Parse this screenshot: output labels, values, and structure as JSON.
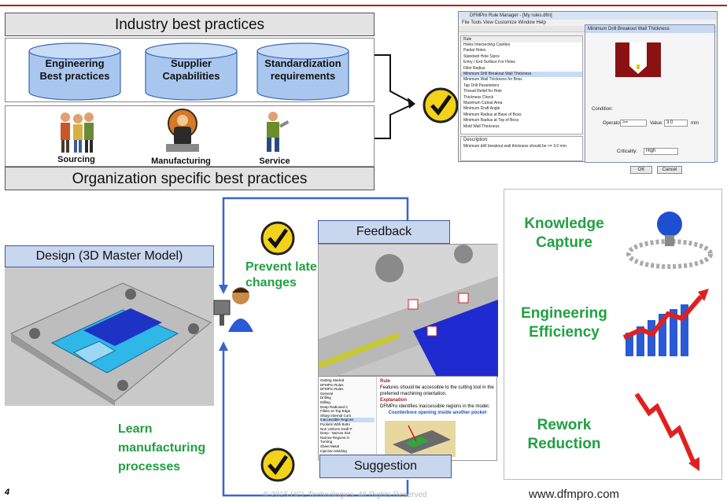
{
  "industry": {
    "title": "Industry best practices",
    "cylinders": [
      {
        "label_line1": "Engineering",
        "label_line2": "Best practices"
      },
      {
        "label_line1": "Supplier",
        "label_line2": "Capabilities"
      },
      {
        "label_line1": "Standardization",
        "label_line2": "requirements"
      }
    ]
  },
  "organization": {
    "title": "Organization specific best practices",
    "people": [
      "Sourcing",
      "Manufacturing",
      "Service"
    ]
  },
  "rule_manager": {
    "window_title": "DFMPro Rule Manager - [My rules.dfm]",
    "menu": "File  Tools  View  Customize  Window  Help",
    "dialog_title": "Minimum Drill Breakout Wall Thickness",
    "rule_header": "Rule",
    "rules": [
      "Holes Intersecting Cavities",
      "Partial Holes",
      "Standard Hole Sizes",
      "Entry / Exit Surface For Holes",
      "Fillet Radius",
      "Minimum Drill Breakout Wall Thickness",
      "Minimum Wall Thickness for Boss",
      "Tap Drill Parameters",
      "Thread Relief for Hole",
      "Thickness Check",
      "Maximum Cutout Area",
      "Minimum Draft Angle",
      "Minimum Radius at Base of Boss",
      "Minimum Radius at Top of Boss",
      "Mold Wall Thickness"
    ],
    "description_label": "Description:",
    "description_text": "Minimum drill breakout wall thickness should be >= 3.0 mm",
    "condition_label": "Condition:",
    "operator_label": "Operator:",
    "operator_value": ">=",
    "value_label": "Value:",
    "value_value": "3.0",
    "unit": "mm",
    "criticality_label": "Criticality:",
    "criticality_value": "High",
    "ok": "OK",
    "cancel": "Cancel"
  },
  "design": {
    "title": "Design (3D Master Model)"
  },
  "feedback": {
    "title": "Feedback"
  },
  "suggestion": {
    "title": "Suggestion",
    "rule_heading": "Rule",
    "rule_text": "Features should be accessible to the cutting tool in the preferred machining orientation.",
    "explanation_heading": "Explanation",
    "explanation_text": "DFMPro identifies inaccessible regions in the model.",
    "caption": "Counterbore opening inside another pocket",
    "tree": [
      "Getting Started",
      "DFMPro Rules",
      "DFMPro Rules",
      "General",
      "Drilling",
      "Milling",
      "Deep Radiused C",
      "Fillets on Top Edge",
      "Sharp Internal Corn",
      "Inaccessible Regions",
      "Pockets With Botto",
      "Non Uniform Draft P",
      "Deep - Narrow Slot",
      "Narrow Regions in",
      "Turning",
      "Sheet Metal",
      "Injection Molding"
    ]
  },
  "mid_labels": {
    "prevent_line1": "Prevent late",
    "prevent_line2": "changes",
    "learn_line1": "Learn",
    "learn_line2": "manufacturing",
    "learn_line3": "processes"
  },
  "benefits": [
    {
      "line1": "Knowledge",
      "line2": "Capture"
    },
    {
      "line1": "Engineering",
      "line2": "Efficiency"
    },
    {
      "line1": "Rework",
      "line2": "Reduction"
    }
  ],
  "footer": {
    "page": "4",
    "copyright": "© 2015 HCL Technologies. All Rights Reserved",
    "url": "www.dfmpro.com"
  },
  "colors": {
    "accent_green": "#20a040",
    "red_line": "#b42018",
    "flow_blue": "#3a66c8"
  }
}
